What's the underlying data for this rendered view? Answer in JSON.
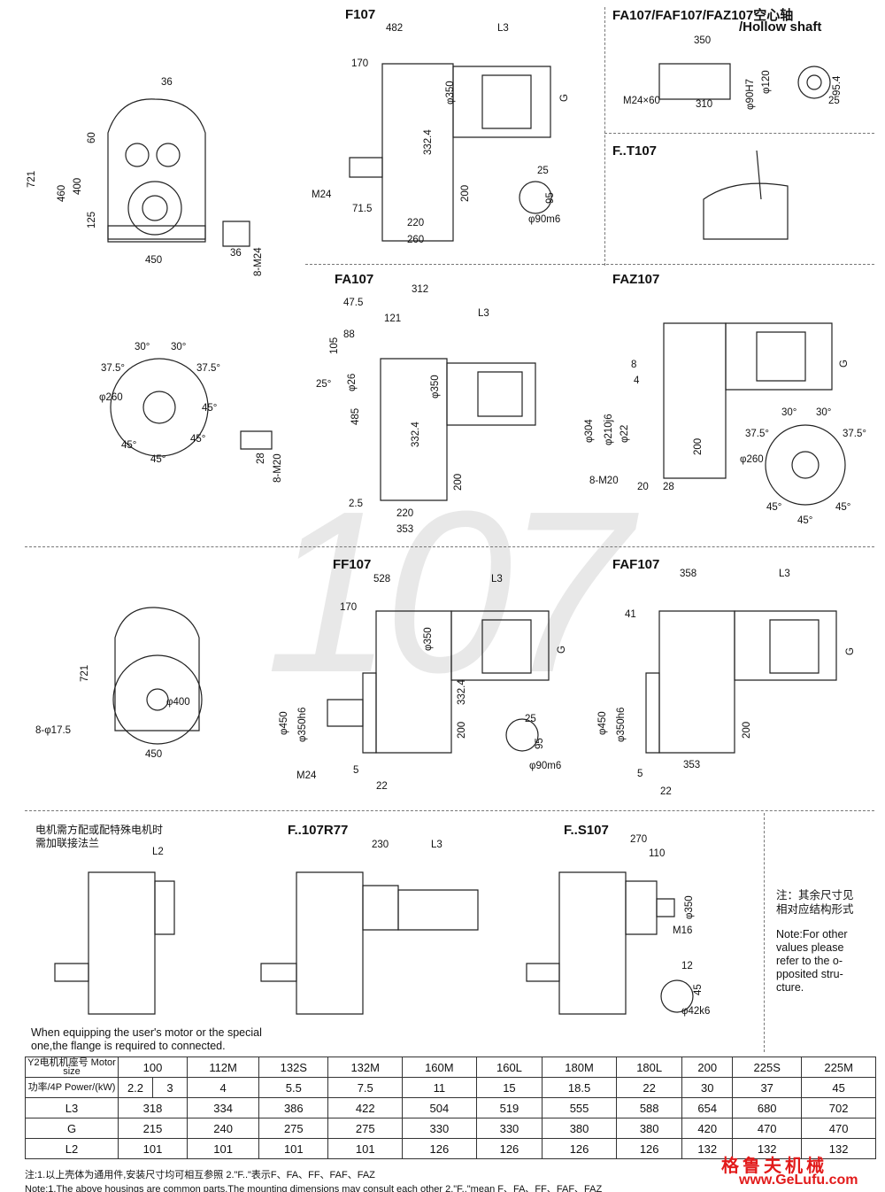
{
  "watermark": "107",
  "sections": {
    "f107": {
      "title": "F107",
      "dims": [
        "482",
        "L3",
        "170",
        "36",
        "60",
        "721",
        "460",
        "400",
        "125",
        "450",
        "36",
        "8-M24",
        "φ350",
        "332.4",
        "G",
        "M24",
        "71.5",
        "220",
        "260",
        "200",
        "25",
        "95",
        "φ90m6"
      ]
    },
    "hollow": {
      "title": "FA107/FAF107/FAZ107空心轴",
      "title2": "/Hollow shaft",
      "dims": [
        "350",
        "M24×60",
        "310",
        "φ90H7",
        "φ120",
        "95.4",
        "25"
      ]
    },
    "ft107": {
      "title": "F..T107"
    },
    "fa107": {
      "title": "FA107",
      "dims": [
        "312",
        "47.5",
        "121",
        "88",
        "105",
        "L3",
        "25°",
        "φ26",
        "485",
        "φ350",
        "332.4",
        "200",
        "2.5",
        "220",
        "353",
        "30°",
        "30°",
        "37.5°",
        "37.5°",
        "φ260",
        "45°",
        "45°",
        "45°",
        "45°",
        "28",
        "8-M20"
      ]
    },
    "faz107": {
      "title": "FAZ107",
      "dims": [
        "8",
        "4",
        "G",
        "φ304",
        "φ210j6",
        "φ22",
        "200",
        "8-M20",
        "20",
        "28",
        "30°",
        "30°",
        "37.5°",
        "37.5°",
        "φ260",
        "45°",
        "45°",
        "45°"
      ]
    },
    "ff107": {
      "title": "FF107",
      "dims": [
        "528",
        "L3",
        "170",
        "721",
        "φ400",
        "8-φ17.5",
        "450",
        "φ350",
        "G",
        "332.4",
        "φ450",
        "φ350h6",
        "200",
        "25",
        "95",
        "M24",
        "5",
        "22",
        "φ90m6"
      ]
    },
    "faf107": {
      "title": "FAF107",
      "dims": [
        "358",
        "L3",
        "41",
        "G",
        "φ450",
        "φ350h6",
        "200",
        "353",
        "5",
        "22"
      ]
    },
    "adapter": {
      "cn1": "电机需方配或配特殊电机时",
      "cn2": "需加联接法兰",
      "dims": [
        "L2"
      ]
    },
    "r77": {
      "title": "F..107R77",
      "dims": [
        "230",
        "L3"
      ]
    },
    "s107": {
      "title": "F..S107",
      "dims": [
        "270",
        "110",
        "φ350",
        "M16",
        "12",
        "45",
        "φ42k6"
      ]
    },
    "note": {
      "cn1": "注：其余尺寸见",
      "cn2": "相对应结构形式",
      "en": [
        "Note:For other",
        "values please",
        "refer to the o-",
        "pposited stru-",
        "cture."
      ]
    },
    "equip_note": [
      "When equipping the user's motor or the special",
      "one,the flange is required to connected."
    ]
  },
  "table": {
    "row_headers": {
      "motor": "Y2电机机座号 Motor size",
      "power": "功率/4P Power/(kW)",
      "l3": "L3",
      "g": "G",
      "l2": "L2"
    },
    "motor_sizes": [
      "100",
      "112M",
      "132S",
      "132M",
      "160M",
      "160L",
      "180M",
      "180L",
      "200",
      "225S",
      "225M"
    ],
    "power": [
      "2.2",
      "3",
      "4",
      "5.5",
      "7.5",
      "11",
      "15",
      "18.5",
      "22",
      "30",
      "37",
      "45"
    ],
    "L3": [
      "318",
      "334",
      "386",
      "422",
      "504",
      "519",
      "555",
      "588",
      "654",
      "680",
      "702"
    ],
    "G": [
      "215",
      "240",
      "275",
      "275",
      "330",
      "330",
      "380",
      "380",
      "420",
      "470",
      "470"
    ],
    "L2": [
      "101",
      "101",
      "101",
      "101",
      "126",
      "126",
      "126",
      "126",
      "132",
      "132",
      "132"
    ]
  },
  "footer": {
    "cn": "注:1.以上壳体为通用件,安装尺寸均可相互参照    2.\"F..\"表示F、FA、FF、FAF、FAZ",
    "en": "Note:1.The above housings are common parts.The mounting dimensions may consult each other    2.\"F..\"mean F、FA、FF、FAF、FAZ",
    "logo_cn": "格鲁夫机械",
    "logo_url": "www.GeLufu.com"
  }
}
